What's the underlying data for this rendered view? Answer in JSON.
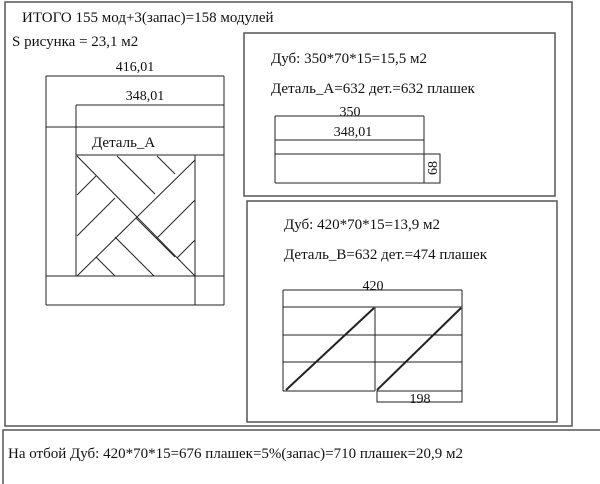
{
  "summary": {
    "total": "ИТОГО 155 мод+3(запас)=158 модулей",
    "area": "S рисунка = 23,1 м2"
  },
  "module_drawing": {
    "outer_dim": "416,01",
    "inner_dim": "348,01",
    "detail_label": "Деталь_А"
  },
  "panel_a": {
    "line1": "Дуб: 350*70*15=15,5 м2",
    "line2": "Деталь_А=632 дет.=632 плашек",
    "dim_length": "350",
    "dim_inner": "348,01",
    "dim_width": "68"
  },
  "panel_b": {
    "line1": "Дуб: 420*70*15=13,9 м2",
    "line2": "Деталь_В=632 дет.=474 плашек",
    "dim_length": "420",
    "dim_part": "198"
  },
  "footer": {
    "text": "На отбой Дуб: 420*70*15=676 плашек=5%(запас)=710 плашек=20,9 м2"
  }
}
